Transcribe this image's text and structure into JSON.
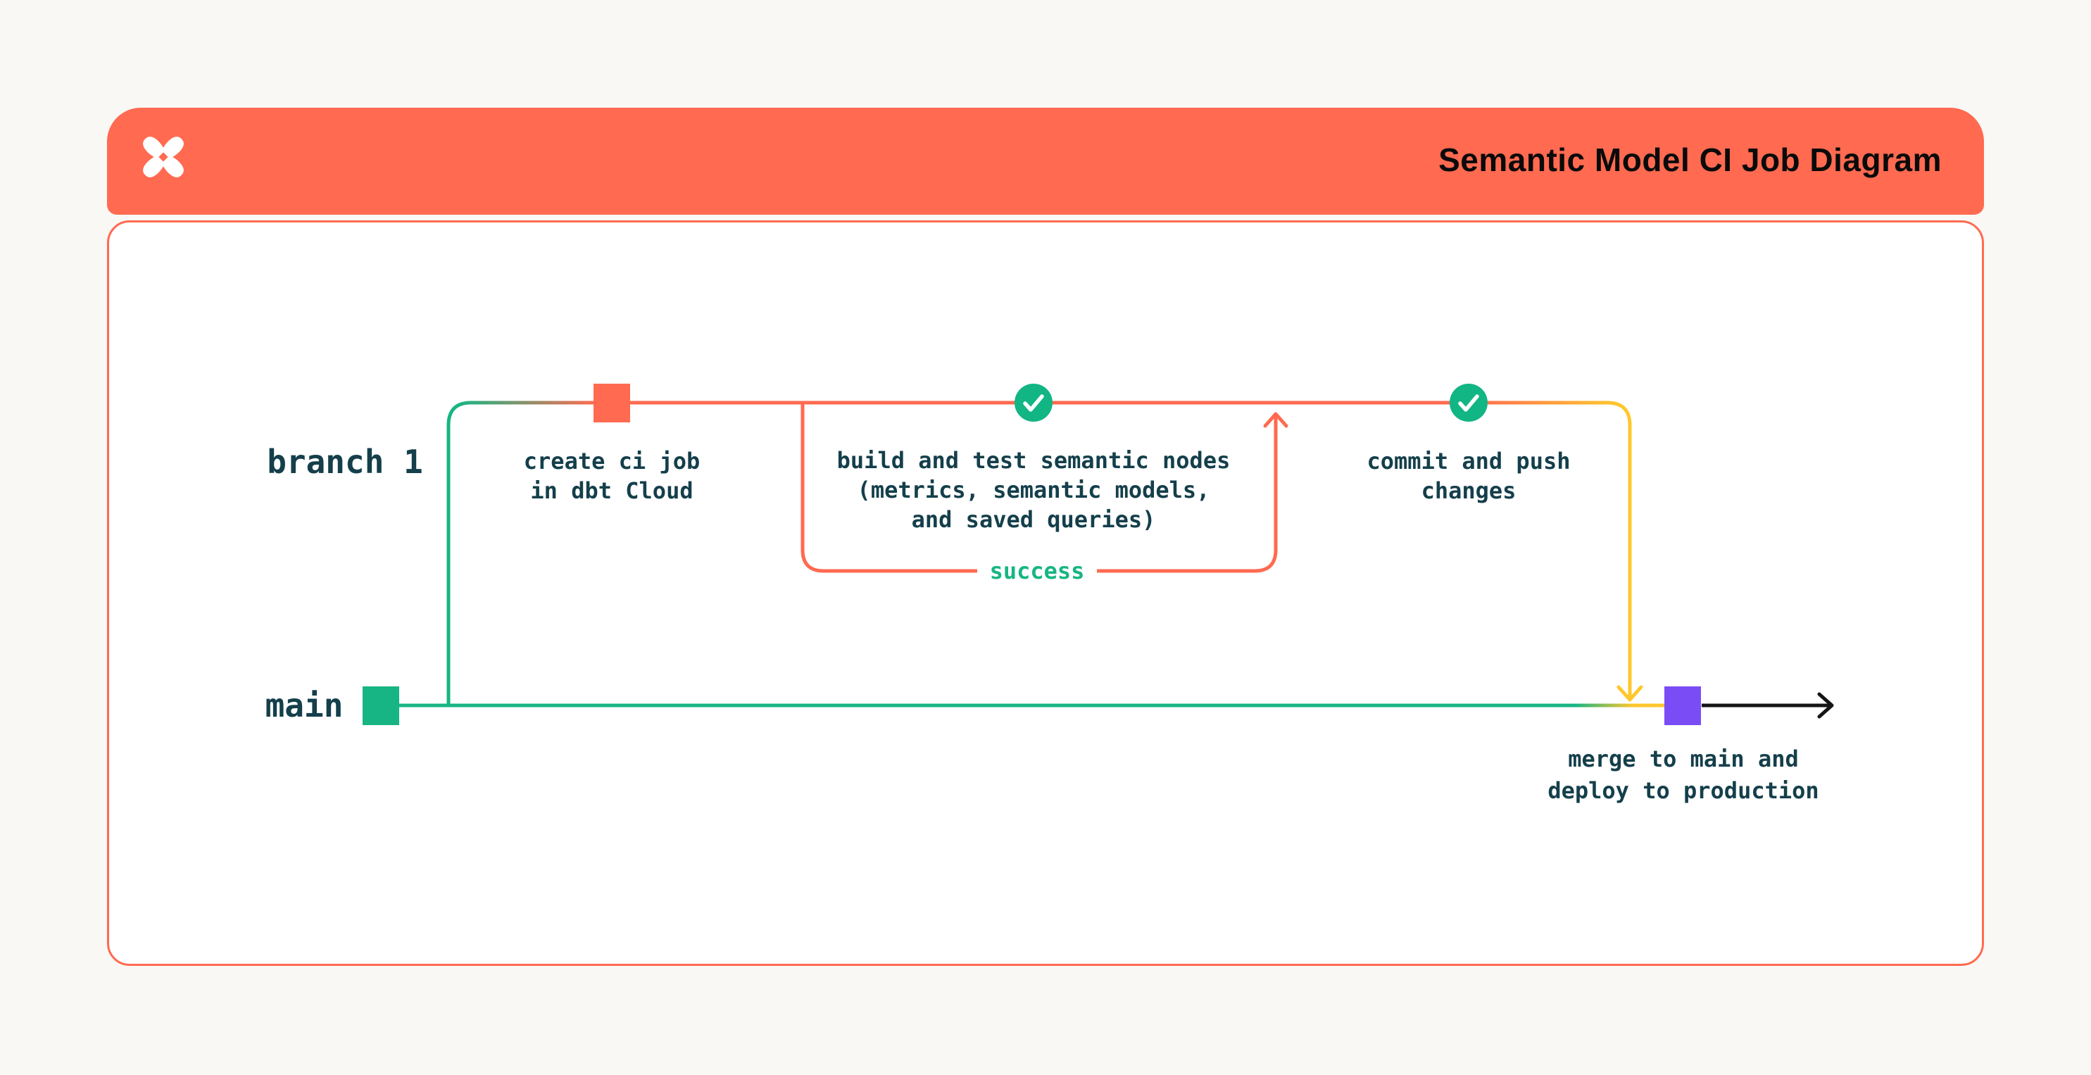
{
  "header": {
    "title": "Semantic Model CI Job Diagram",
    "logo": "dbt-logo"
  },
  "lanes": {
    "branch_label": "branch 1",
    "main_label": "main"
  },
  "nodes": {
    "create_ci": {
      "lines": [
        "create ci job",
        "in dbt Cloud"
      ]
    },
    "build_test": {
      "lines": [
        "build and test semantic nodes",
        "(metrics, semantic models,",
        "and saved queries)"
      ]
    },
    "commit_push": {
      "lines": [
        "commit and push",
        "changes"
      ]
    },
    "merge_deploy": {
      "lines": [
        "merge to main and",
        "deploy to production"
      ]
    }
  },
  "labels": {
    "success": "success"
  },
  "colors": {
    "orange": "#ff6a50",
    "green": "#17b583",
    "yellow": "#ffc72c",
    "purple": "#7a4cf5",
    "dark_text": "#143f4b",
    "title_text": "#0a0a0a",
    "page_bg": "#f9f8f5"
  }
}
